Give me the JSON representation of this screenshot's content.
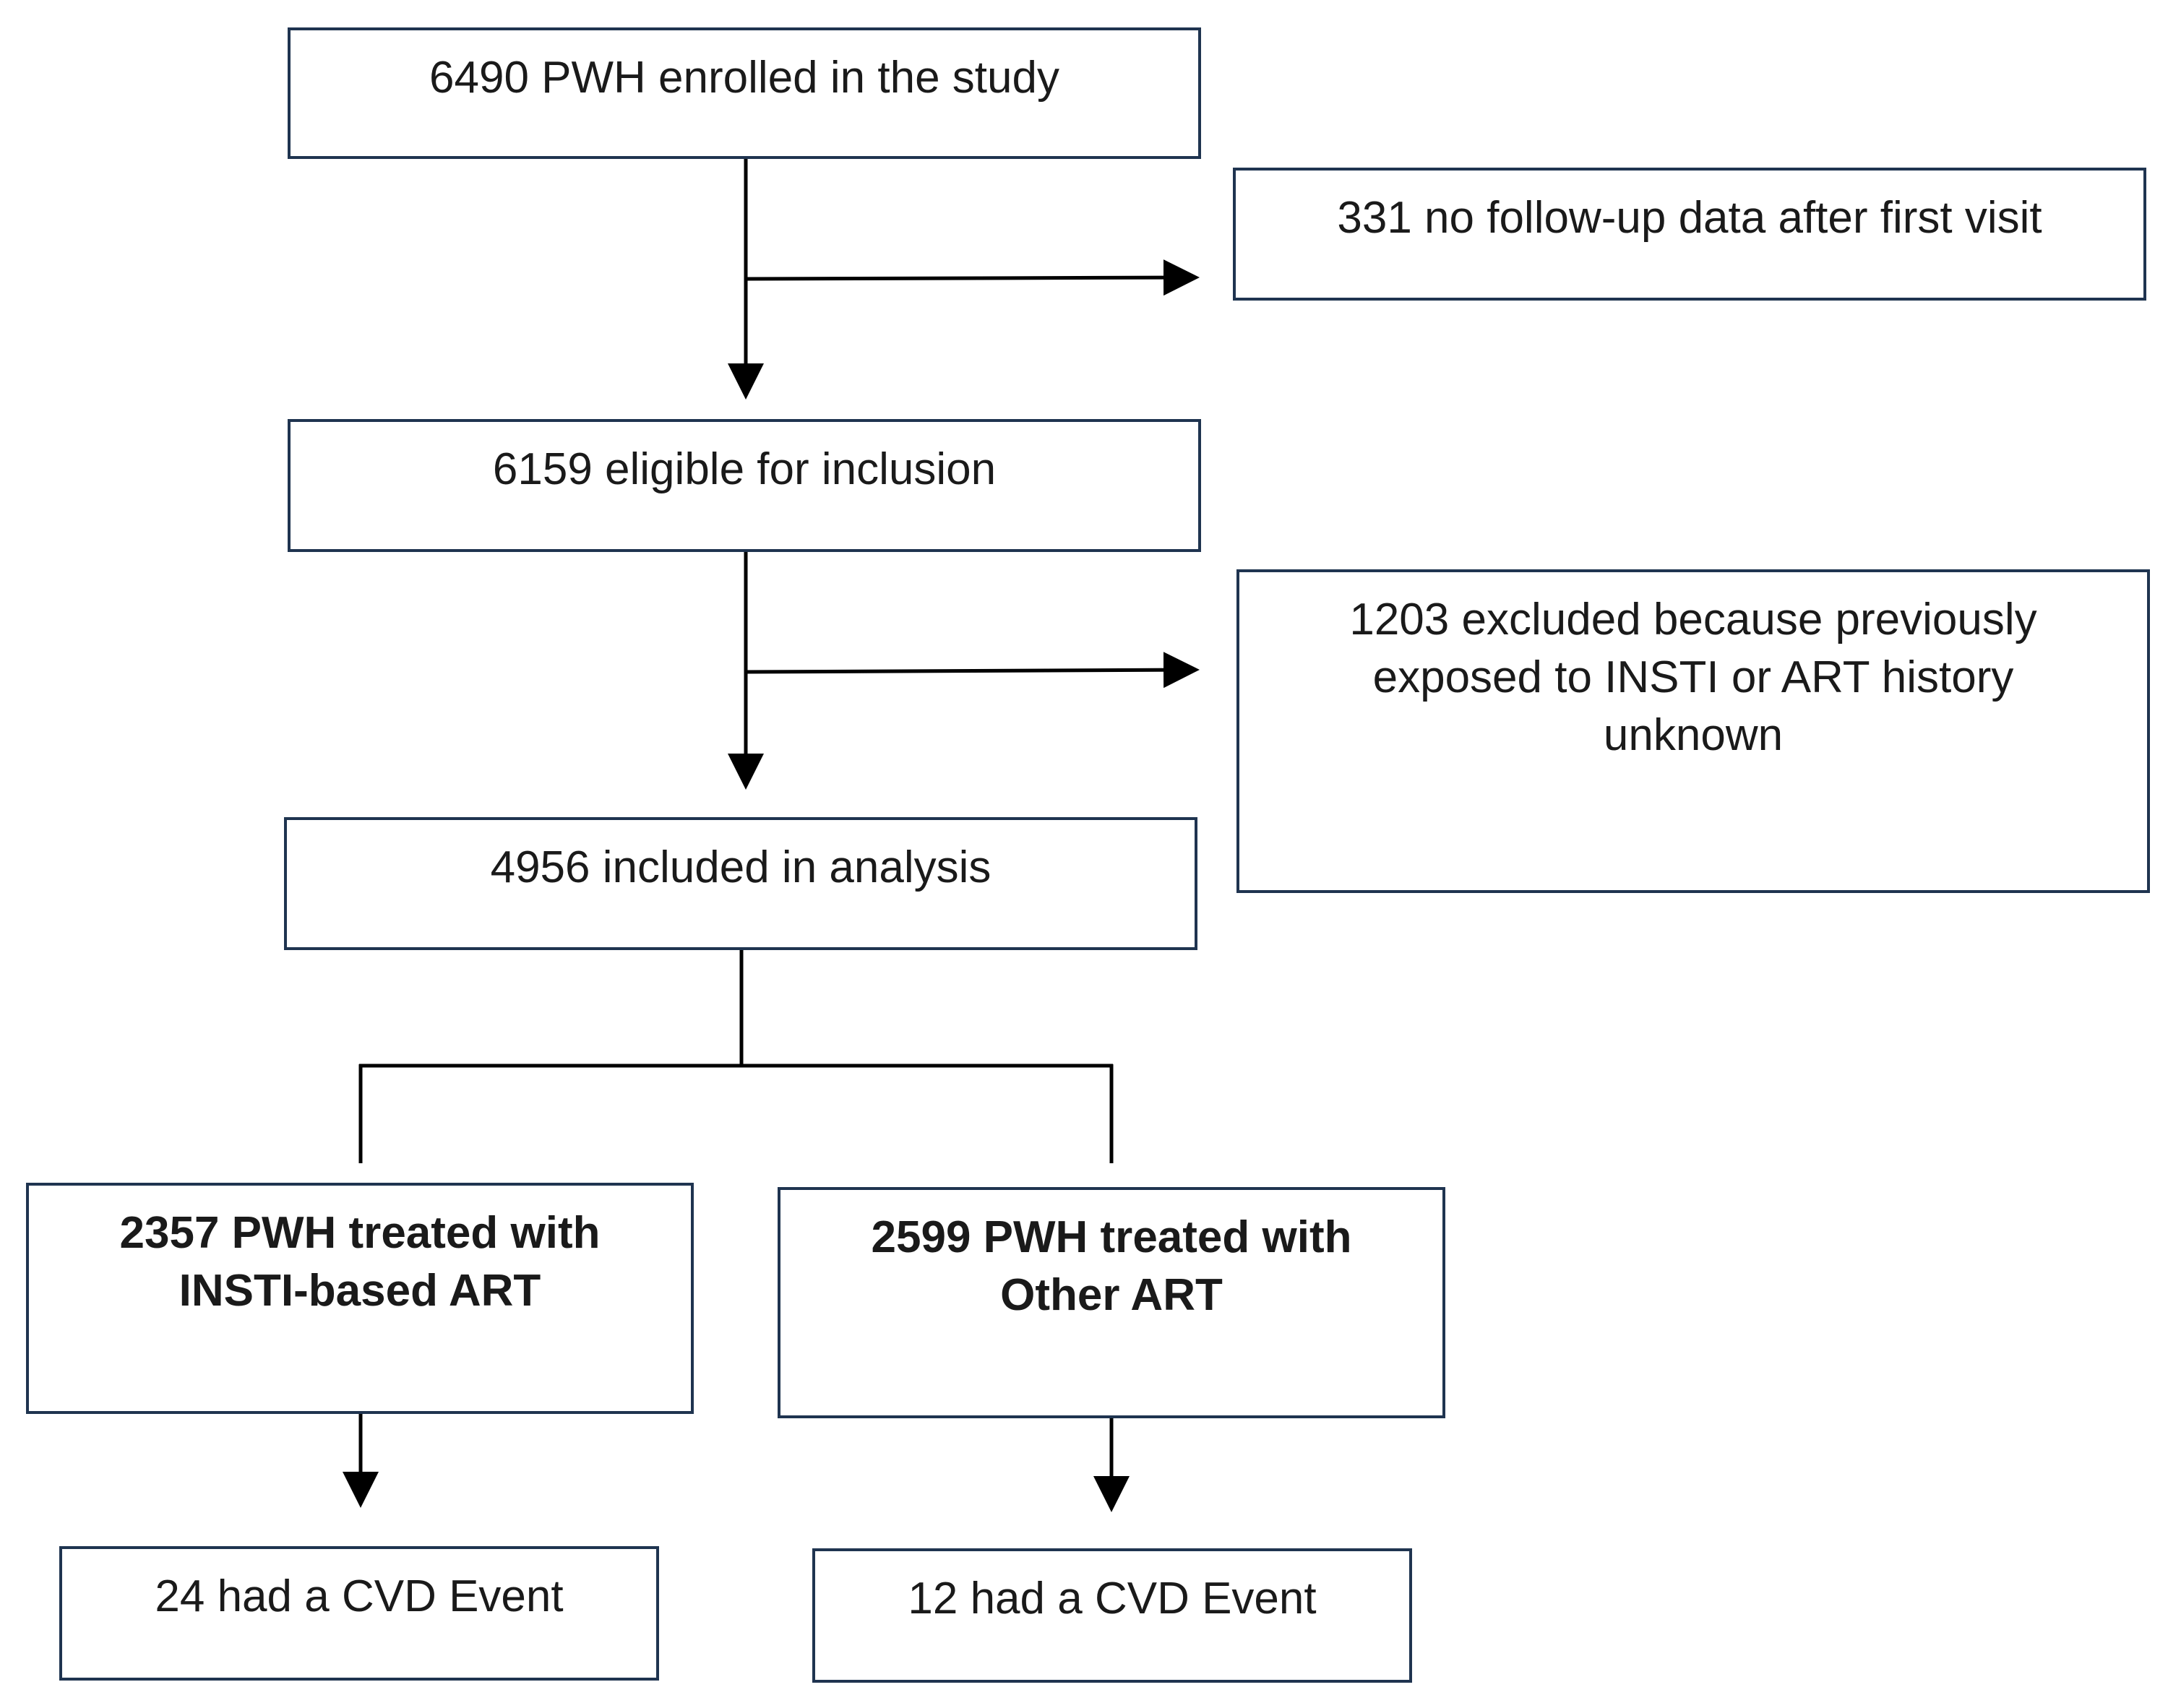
{
  "boxes": {
    "enrolled": "6490 PWH enrolled in the study",
    "no_followup": "331 no follow-up data after first visit",
    "eligible": "6159 eligible for inclusion",
    "excluded": "1203 excluded because previously\nexposed to INSTI or ART history\nunknown",
    "included": "4956 included in analysis",
    "insti_group": "2357 PWH treated with\nINSTI-based ART",
    "other_group": "2599 PWH treated with\nOther ART",
    "insti_cvd": "24 had a CVD Event",
    "other_cvd": "12 had a CVD Event"
  },
  "colors": {
    "box_border": "#1f3450",
    "connector": "#000000",
    "text": "#1a1a1a"
  }
}
